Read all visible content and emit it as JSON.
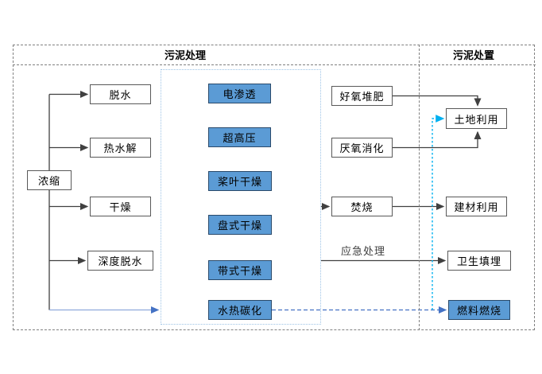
{
  "diagram": {
    "title_left": "污泥处理",
    "title_right": "污泥处置",
    "source_node": {
      "label": "浓缩"
    },
    "pretreatment_nodes": [
      {
        "label": "脱水"
      },
      {
        "label": "热水解"
      },
      {
        "label": "干燥"
      },
      {
        "label": "深度脱水"
      }
    ],
    "advanced_nodes": [
      {
        "label": "电渗透"
      },
      {
        "label": "超高压"
      },
      {
        "label": "桨叶干燥"
      },
      {
        "label": "盘式干燥"
      },
      {
        "label": "带式干燥"
      },
      {
        "label": "水热碳化"
      }
    ],
    "treatment_nodes": [
      {
        "label": "好氧堆肥"
      },
      {
        "label": "厌氧消化"
      },
      {
        "label": "焚烧"
      }
    ],
    "disposal_nodes": [
      {
        "label": "土地利用"
      },
      {
        "label": "建材利用"
      },
      {
        "label": "卫生填埋"
      },
      {
        "label": "燃料燃烧"
      }
    ],
    "edge_labels": {
      "emergency": "应急处理"
    },
    "colors": {
      "highlight_fill": "#5B9BD5",
      "highlight_border": "#2A4A6B",
      "node_border": "#595959",
      "connector": "#404040",
      "blue_connector": "#4472C4",
      "blue_connector_light": "#8FAADC",
      "cyan_connector": "#00B0F0",
      "frame_dash": "#808080",
      "inner_frame_dash": "#9DC3E6"
    }
  }
}
